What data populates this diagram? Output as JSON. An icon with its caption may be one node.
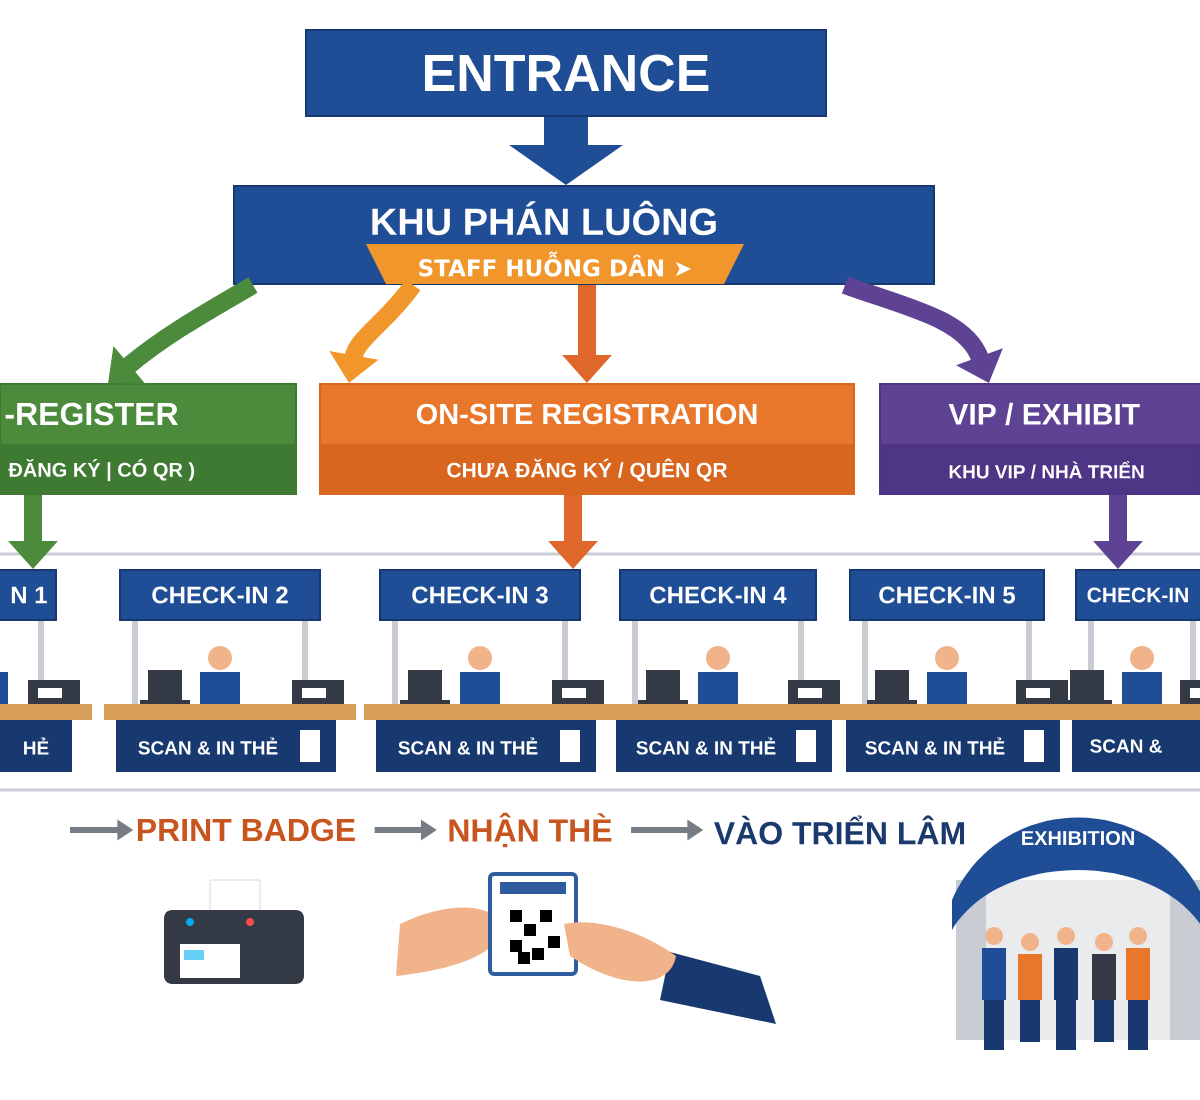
{
  "diagram": {
    "nodes": [
      {
        "text": [
          "ENTRANCE"
        ]
      },
      {
        "text": [
          "KHU PHÁN LUÔNG",
          "STAFF HUỖNG DÂN ➤"
        ]
      },
      {
        "text": [
          "-REGISTER",
          "ĐĂNG KÝ | CÓ QR )"
        ]
      },
      {
        "text": [
          "ON-SITE REGISTRATION",
          "CHƯA ĐĂNG KÝ / QUÊN QR"
        ]
      },
      {
        "text": [
          "VIP / EXHIBIT",
          "KHU VIP / NHÀ TRIỂN"
        ]
      },
      {
        "text": [
          "N 1",
          "HẺ"
        ]
      },
      {
        "text": [
          "CHECK-IN 2",
          "SCAN & IN THẺ"
        ]
      },
      {
        "text": [
          "CHECK-IN 3",
          "SCAN & IN THẺ"
        ]
      },
      {
        "text": [
          "CHECK-IN 4",
          "SCAN & IN THẺ"
        ]
      },
      {
        "text": [
          "CHECK-IN 5",
          "SCAN & IN THẺ"
        ]
      },
      {
        "text": [
          "CHECK-IN",
          "SCAN &"
        ]
      },
      {
        "text": [
          "PRINT BADGE"
        ]
      },
      {
        "text": [
          "NHẬN THÈ"
        ]
      },
      {
        "text": [
          "VÀO TRIỂN LÂM"
        ]
      },
      {
        "text": [
          "EXHIBITION"
        ]
      }
    ],
    "edges": [
      {
        "from": 0,
        "to": 1,
        "arrow": "to",
        "style": "thick",
        "color": "#1f4e96"
      },
      {
        "from": 1,
        "to": 2,
        "arrow": "to",
        "color": "#4d8b3c"
      },
      {
        "from": 1,
        "to": 3,
        "arrow": "to",
        "color": "#f0962a"
      },
      {
        "from": 1,
        "to": 3,
        "arrow": "to",
        "color": "#e0672a"
      },
      {
        "from": 1,
        "to": 4,
        "arrow": "to",
        "color": "#5e4394"
      },
      {
        "from": 2,
        "to": 5,
        "arrow": "to",
        "color": "#4d8b3c"
      },
      {
        "from": 3,
        "to": 7,
        "arrow": "to",
        "color": "#e0672a"
      },
      {
        "from": 4,
        "to": 10,
        "arrow": "to",
        "color": "#5e4394"
      },
      {
        "from": null,
        "to": 11,
        "arrow": "to"
      },
      {
        "from": 11,
        "to": 12,
        "arrow": "to"
      },
      {
        "from": 12,
        "to": 13,
        "arrow": "to"
      }
    ]
  }
}
